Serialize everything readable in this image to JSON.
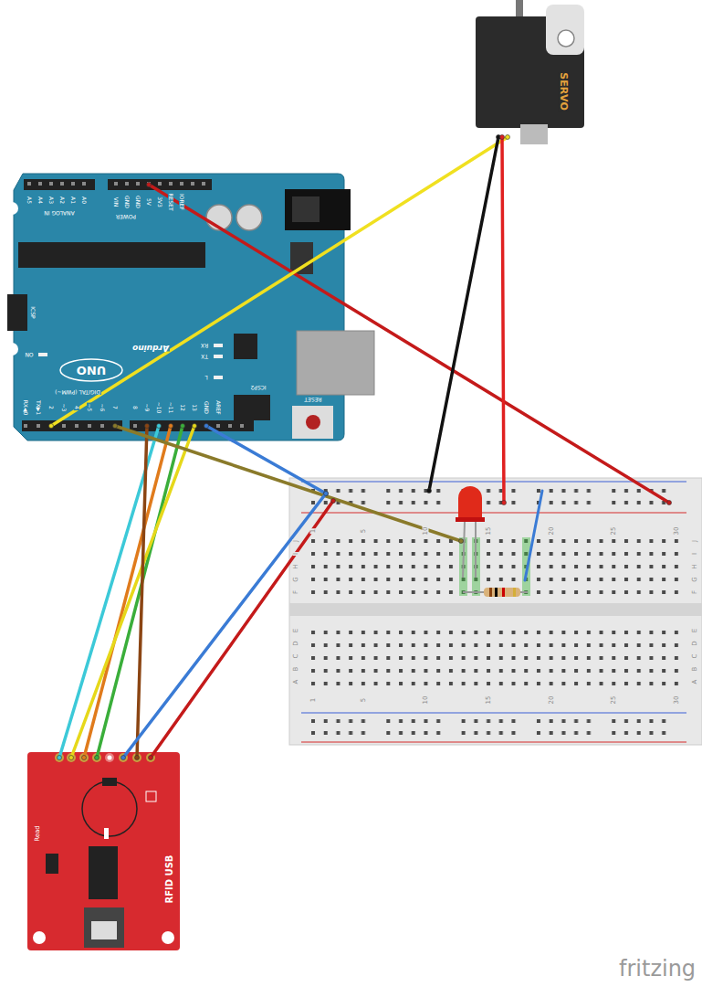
{
  "diagram": {
    "nodes": [
      {
        "text": [
          "SERVO"
        ]
      },
      {
        "text": [
          "Arduino",
          "UNO",
          "DIGITAL (PWM~)",
          "ANALOG IN",
          "POWER",
          "ICSP",
          "ICSP2",
          "RESET",
          "ON",
          "TX",
          "RX",
          "L",
          "AREF",
          "GND",
          "13",
          "12",
          "~11",
          "~10",
          "~9",
          "8",
          "7",
          "~6",
          "~5",
          "4",
          "~3",
          "2",
          "TX▶1",
          "RX◀0",
          "A5",
          "A4",
          "A3",
          "A2",
          "A1",
          "A0",
          "VIN",
          "GND",
          "GND",
          "5V",
          "3V3",
          "RESET",
          "IOREF"
        ]
      },
      {
        "text": [
          "1",
          "5",
          "10",
          "15",
          "20",
          "25",
          "30",
          "J",
          "I",
          "H",
          "G",
          "F",
          "E",
          "D",
          "C",
          "B",
          "A",
          "J",
          "I",
          "H",
          "G",
          "F",
          "E",
          "D",
          "C",
          "B",
          "A",
          "1",
          "5",
          "10",
          "15",
          "20",
          "25",
          "30"
        ]
      },
      {
        "text": [
          "Read",
          "RFID USB"
        ]
      }
    ],
    "edges": [
      {
        "from": 1,
        "to": 3,
        "arrow": "none"
      },
      {
        "from": 1,
        "to": 3,
        "arrow": "none"
      },
      {
        "from": 1,
        "to": 3,
        "arrow": "none"
      },
      {
        "from": 1,
        "to": 3,
        "arrow": "none"
      },
      {
        "from": 1,
        "to": 3,
        "arrow": "none"
      },
      {
        "from": 1,
        "to": 2,
        "arrow": "none"
      },
      {
        "from": 1,
        "to": 2,
        "arrow": "none"
      },
      {
        "from": 1,
        "to": 2,
        "arrow": "none"
      },
      {
        "from": 1,
        "to": 0,
        "arrow": "none"
      },
      {
        "from": 0,
        "to": 2,
        "arrow": "none"
      },
      {
        "from": 0,
        "to": 2,
        "arrow": "none"
      },
      {
        "from": 2,
        "to": 3,
        "arrow": "none"
      },
      {
        "from": 2,
        "to": 3,
        "arrow": "none"
      }
    ],
    "labels": [
      "fritzing"
    ]
  }
}
